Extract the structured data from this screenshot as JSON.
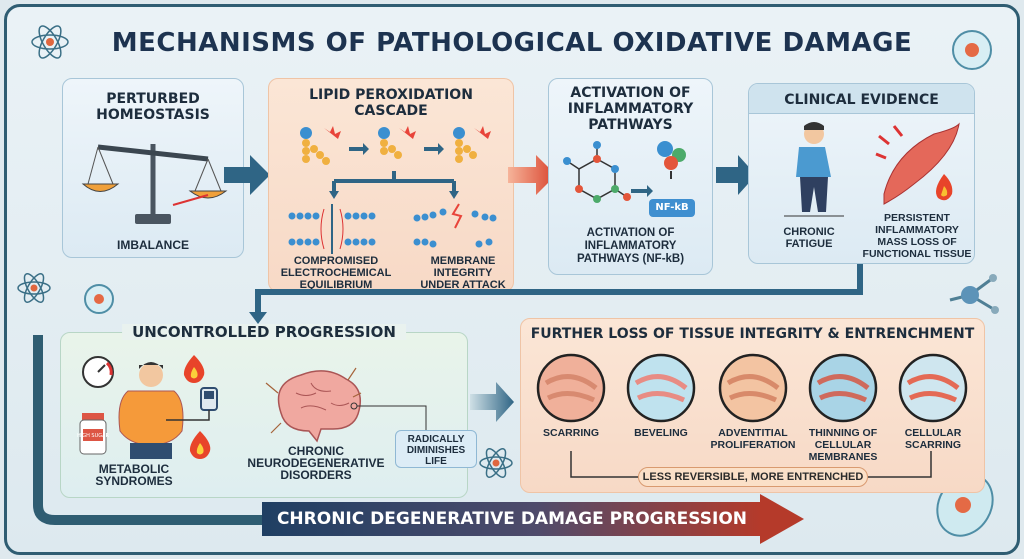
{
  "title": "MECHANISMS OF PATHOLOGICAL OXIDATIVE DAMAGE",
  "panels": {
    "homeostasis": {
      "title": "PERTURBED HOMEOSTASIS",
      "label": "IMBALANCE"
    },
    "lipid": {
      "title": "LIPID PEROXIDATION CASCADE",
      "left_label": "COMPROMISED ELECTROCHEMICAL EQUILIBRIUM",
      "right_label": "MEMBRANE INTEGRITY UNDER ATTACK"
    },
    "inflammatory": {
      "title": "ACTIVATION OF INFLAMMATORY PATHWAYS",
      "badge": "NF-kB",
      "label": "ACTIVATION OF INFLAMMATORY PATHWAYS (NF-kB)"
    },
    "clinical": {
      "title": "CLINICAL EVIDENCE",
      "left_label": "CHRONIC FATIGUE",
      "right_label": "PERSISTENT INFLAMMATORY MASS LOSS OF FUNCTIONAL TISSUE"
    },
    "progression": {
      "title": "UNCONTROLLED PROGRESSION",
      "jar_label": "HIGH SUGAR",
      "metabolic": "METABOLIC SYNDROMES",
      "neuro": "CHRONIC NEURODEGENERATIVE DISORDERS",
      "callout": "RADICALLY DIMINISHES LIFE"
    },
    "tissue": {
      "title": "FURTHER LOSS OF TISSUE INTEGRITY & ENTRENCHMENT",
      "stages": [
        "SCARRING",
        "BEVELING",
        "ADVENTITIAL PROLIFERATION",
        "THINNING OF CELLULAR MEMBRANES",
        "CELLULAR SCARRING"
      ],
      "footer": "LESS REVERSIBLE, MORE ENTRENCHED"
    }
  },
  "bottom_arrow": "CHRONIC DEGENERATIVE DAMAGE PROGRESSION",
  "colors": {
    "navy": "#1d3350",
    "border": "#2f5d72",
    "red": "#c0392b",
    "peach": "#fbe3d1",
    "blue": "#e8f2f8"
  }
}
